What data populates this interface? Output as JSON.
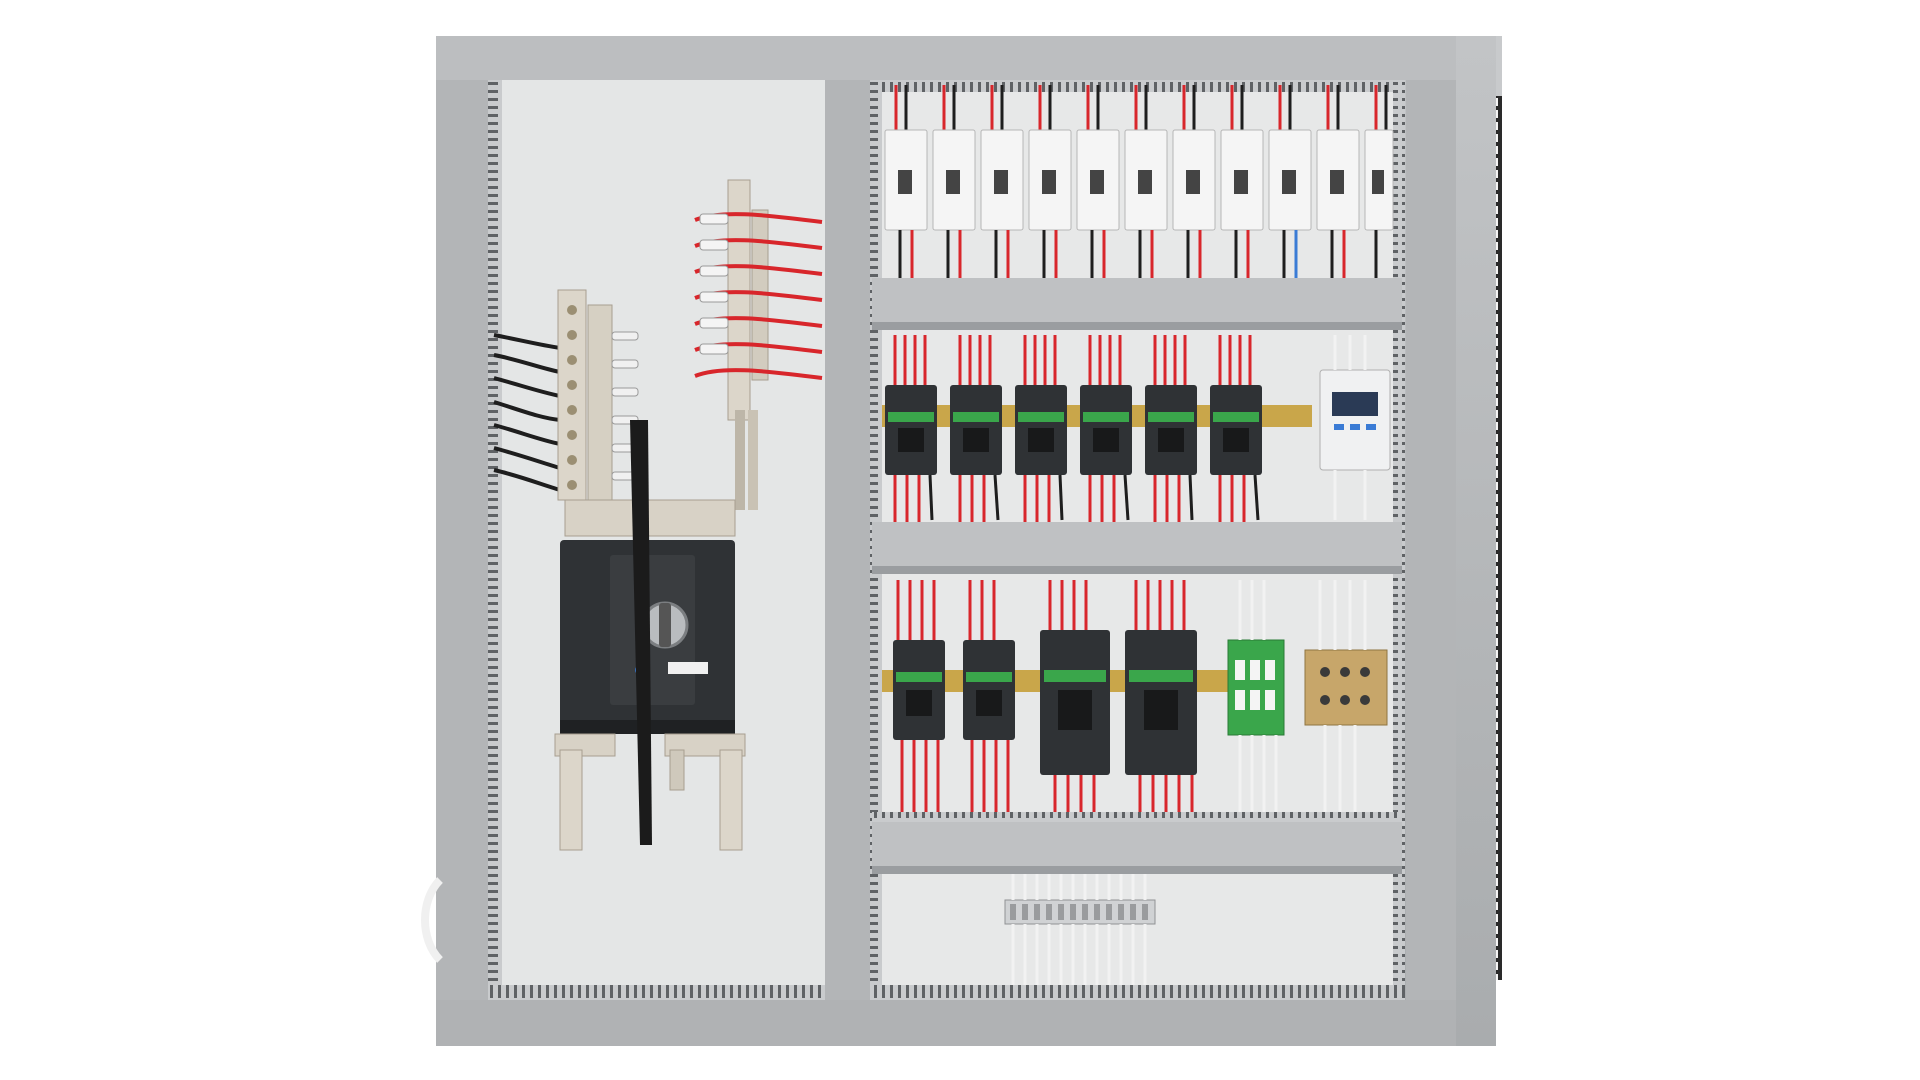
{
  "image": {
    "subject": "electrical-control-panel",
    "colors": {
      "background": "#ffffff",
      "frame": "#b7b9bb",
      "frame_shadow": "#8e9194",
      "mount_plate": "#e3e5e5",
      "duct": "#c9cbcd",
      "duct_slots": "#6b6e70",
      "wire_red": "#d8262b",
      "wire_black": "#1e1e1e",
      "wire_white": "#f2f2f2",
      "busbar": "#d8d2c6",
      "breaker_body": "#2f3235",
      "contactor_green": "#3aa64b",
      "mesh": "#232323",
      "brass": "#c7a66a"
    },
    "mcb_count": 11,
    "contactor_row1_count": 6,
    "contactor_row2_count": 4,
    "relay_boards": 2
  }
}
